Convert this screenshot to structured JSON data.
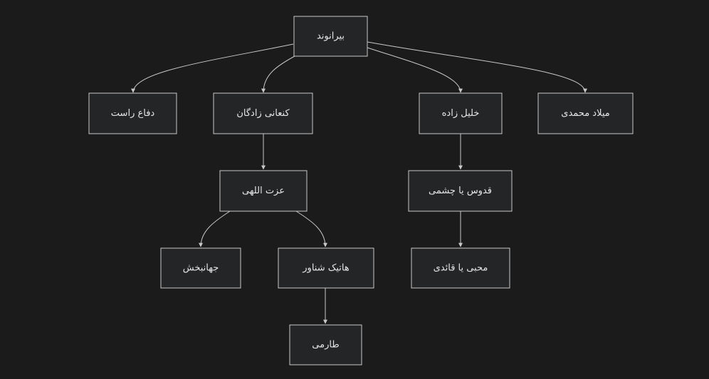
{
  "diagram": {
    "nodes": [
      {
        "id": "n1",
        "label": "بیرانوند"
      },
      {
        "id": "n2",
        "label": "دفاع راست"
      },
      {
        "id": "n3",
        "label": "کنعانی زادگان"
      },
      {
        "id": "n4",
        "label": "خلیل زاده"
      },
      {
        "id": "n5",
        "label": "میلاد محمدی"
      },
      {
        "id": "n6",
        "label": "عزت اللهی"
      },
      {
        "id": "n7",
        "label": "قدوس یا چشمی"
      },
      {
        "id": "n8",
        "label": "جهانبخش"
      },
      {
        "id": "n9",
        "label": "هاتیک شناور"
      },
      {
        "id": "n10",
        "label": "محبی یا قائدی"
      },
      {
        "id": "n11",
        "label": "طارمی"
      }
    ],
    "edges": [
      {
        "from": "n1",
        "to": "n2"
      },
      {
        "from": "n1",
        "to": "n3"
      },
      {
        "from": "n1",
        "to": "n4"
      },
      {
        "from": "n1",
        "to": "n5"
      },
      {
        "from": "n3",
        "to": "n6"
      },
      {
        "from": "n6",
        "to": "n8"
      },
      {
        "from": "n6",
        "to": "n9"
      },
      {
        "from": "n9",
        "to": "n11"
      },
      {
        "from": "n4",
        "to": "n7"
      },
      {
        "from": "n7",
        "to": "n10"
      }
    ]
  }
}
